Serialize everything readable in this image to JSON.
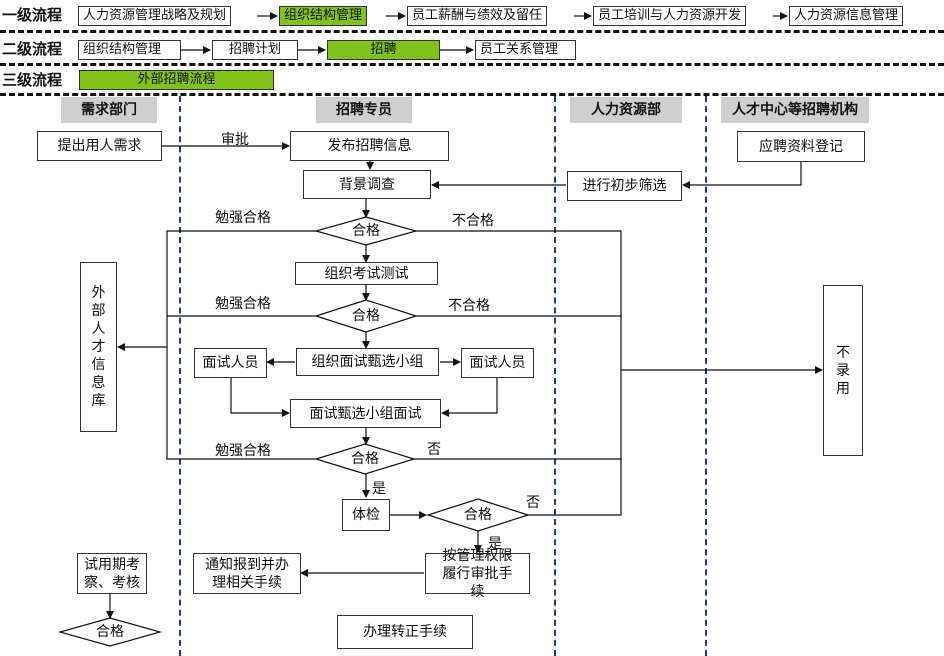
{
  "level1": {
    "label": "一级流程",
    "items": [
      "人力资源管理战略及规划",
      "组织结构管理",
      "员工薪酬与绩效及留任",
      "员工培训与人力资源开发",
      "人力资源信息管理"
    ],
    "active_index": 1
  },
  "level2": {
    "label": "二级流程",
    "items": [
      "组织结构管理",
      "招聘计划",
      "招聘",
      "员工关系管理"
    ],
    "active_index": 2
  },
  "level3": {
    "label": "三级流程",
    "items": [
      "外部招聘流程"
    ]
  },
  "lanes": [
    "需求部门",
    "招聘专员",
    "人力资源部",
    "人才中心等招聘机构"
  ],
  "nodes": {
    "n_demand": "提出用人需求",
    "n_publish": "发布招聘信息",
    "n_register": "应聘资料登记",
    "n_bg": "背景调查",
    "n_screen": "进行初步筛选",
    "n_pass1": "合格",
    "n_exam": "组织考试测试",
    "n_pass2": "合格",
    "n_group": "组织面试甄选小组",
    "n_iv_left": "面试人员",
    "n_iv_right": "面试人员",
    "n_group_iv": "面试甄选小组面试",
    "n_pass3": "合格",
    "n_exam_body": "体检",
    "n_pass4": "合格",
    "n_approve": "按管理权限履行审批手续",
    "n_notify": "通知报到并办理相关手续",
    "n_trial": "试用期考察、考核",
    "n_pass5": "合格",
    "n_formal": "办理转正手续",
    "n_talent": "外部人才信息库",
    "n_reject": "不录用"
  },
  "labels": {
    "approve": "审批",
    "barely1": "勉强合格",
    "fail1": "不合格",
    "barely2": "勉强合格",
    "fail2": "不合格",
    "barely3": "勉强合格",
    "no3": "否",
    "yes3": "是",
    "no4": "否",
    "yes4": "是"
  },
  "colors": {
    "accent": "#7fc31c",
    "lane_header": "#cfcfcf",
    "lane_divider": "#1a3a8a"
  }
}
